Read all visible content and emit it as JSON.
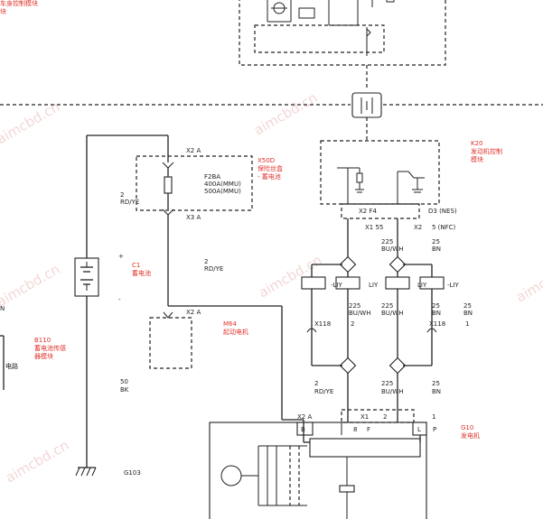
{
  "components": {
    "bcm": {
      "id": "",
      "name": "车身控制模块"
    },
    "x50d": {
      "id": "X50D",
      "name": "保险丝盒",
      "sub": "- 蓄电池"
    },
    "k20": {
      "id": "K20",
      "name": "发动机控制",
      "sub": "模块"
    },
    "c1": {
      "id": "C1",
      "name": "蓄电池"
    },
    "b110": {
      "id": "B110",
      "name": "蓄电池传感",
      "sub": "器模块"
    },
    "m64": {
      "id": "M64",
      "name": "起动电机"
    },
    "g10": {
      "id": "G10",
      "name": "发电机"
    }
  },
  "fuse": {
    "name": "F2BA",
    "rating1": "400A(MMU)",
    "rating2": "500A(MMU)"
  },
  "labels": {
    "x2a_top": "X2   A",
    "x3a": "X3   A",
    "x2a_m64": "X2        A",
    "x2a_g10": "X2   A",
    "x1_g10": "X1",
    "x1_g10_2": "2",
    "pin_1": "1",
    "pin_B": "B",
    "pin_8": "8",
    "pin_F": "F",
    "pin_L": "L",
    "pin_P": "P",
    "k20_x2f4": "X2    F4",
    "k20_d3": "D3  (NES)",
    "k20_x155": "X1   55",
    "k20_x2": "X2",
    "k20_5nfc": "5 (NFC)",
    "liy1": "-LIY",
    "liy2": "LIY",
    "liy3": "LIY",
    "liy4": "-LIY",
    "x118_left": "X118",
    "x118_right": "X118",
    "pin_2_left": "2",
    "pin_1_right": "1",
    "gnd": "G103",
    "bat_plus": "+",
    "bat_minus": "-",
    "edge_left1": "N",
    "edge_left2": "电路"
  },
  "wires": {
    "w_rdye_1": {
      "num": "2",
      "color": "RD/YE"
    },
    "w_rdye_2": {
      "num": "2",
      "color": "RD/YE"
    },
    "w_rdye_3": {
      "num": "2",
      "color": "RD/YE"
    },
    "w_bk": {
      "num": "50",
      "color": "BK"
    },
    "w_buwh_1": {
      "num": "225",
      "color": "BU/WH"
    },
    "w_bn_1": {
      "num": "25",
      "color": "BN"
    },
    "w_buwh_2": {
      "num": "225",
      "color": "BU/WH"
    },
    "w_buwh_3": {
      "num": "225",
      "color": "BU/WH"
    },
    "w_bn_2": {
      "num": "25",
      "color": "BN"
    },
    "w_bn_3": {
      "num": "25",
      "color": "BN"
    },
    "w_buwh_4": {
      "num": "225",
      "color": "BU/WH"
    },
    "w_bn_4": {
      "num": "25",
      "color": "BN"
    }
  },
  "watermark": "aimcbd.cn",
  "colors": {
    "line": "#222222",
    "label_red": "#e0322a",
    "watermark": "#e9b7b4"
  }
}
